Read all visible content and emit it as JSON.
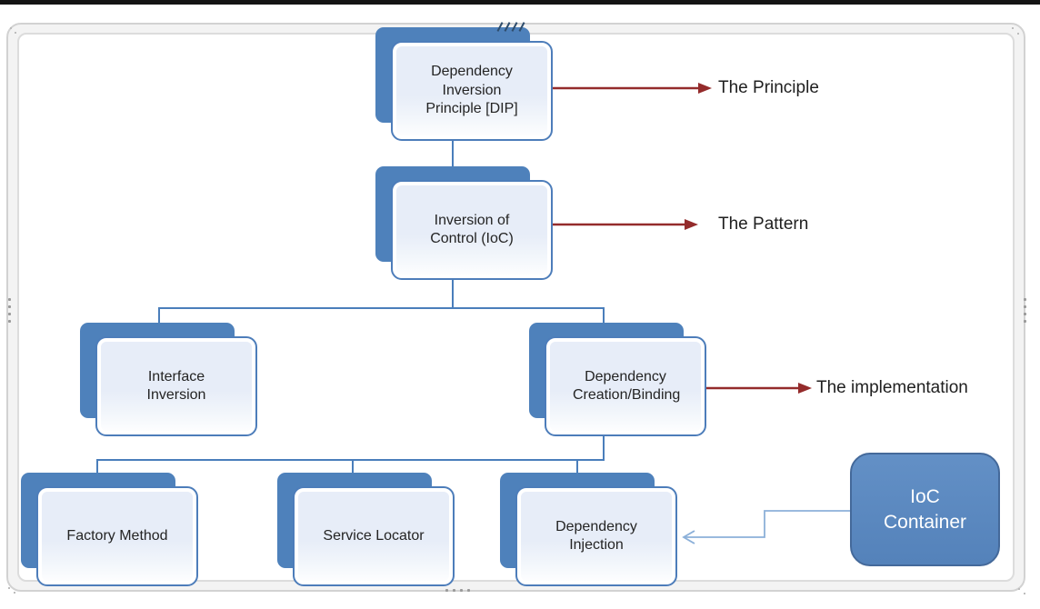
{
  "diagram": {
    "nodes": [
      {
        "id": "dip",
        "label": "Dependency Inversion Principle [DIP]"
      },
      {
        "id": "ioc",
        "label": "Inversion of Control (IoC)"
      },
      {
        "id": "interface-inversion",
        "label": "Interface Inversion"
      },
      {
        "id": "dependency-creation-binding",
        "label": "Dependency Creation/Binding"
      },
      {
        "id": "factory-method",
        "label": "Factory Method"
      },
      {
        "id": "service-locator",
        "label": "Service Locator"
      },
      {
        "id": "dependency-injection",
        "label": "Dependency Injection"
      },
      {
        "id": "ioc-container",
        "label": "IoC Container"
      }
    ],
    "annotations": [
      {
        "id": "principle",
        "label": "The Principle"
      },
      {
        "id": "pattern",
        "label": "The Pattern"
      },
      {
        "id": "implementation",
        "label": "The implementation"
      }
    ],
    "colors": {
      "node_fill": "#e7edf8",
      "node_border": "#4d7dba",
      "node_shadow": "#4e81bb",
      "tree_connector": "#4a7ebb",
      "annotation_arrow": "#942b2b",
      "ioc_arrow": "#8cb0d9",
      "ioc_container_fill": "#5c88bf",
      "ioc_container_text": "#ffffff",
      "annotation_text": "#1f1f1f"
    }
  }
}
